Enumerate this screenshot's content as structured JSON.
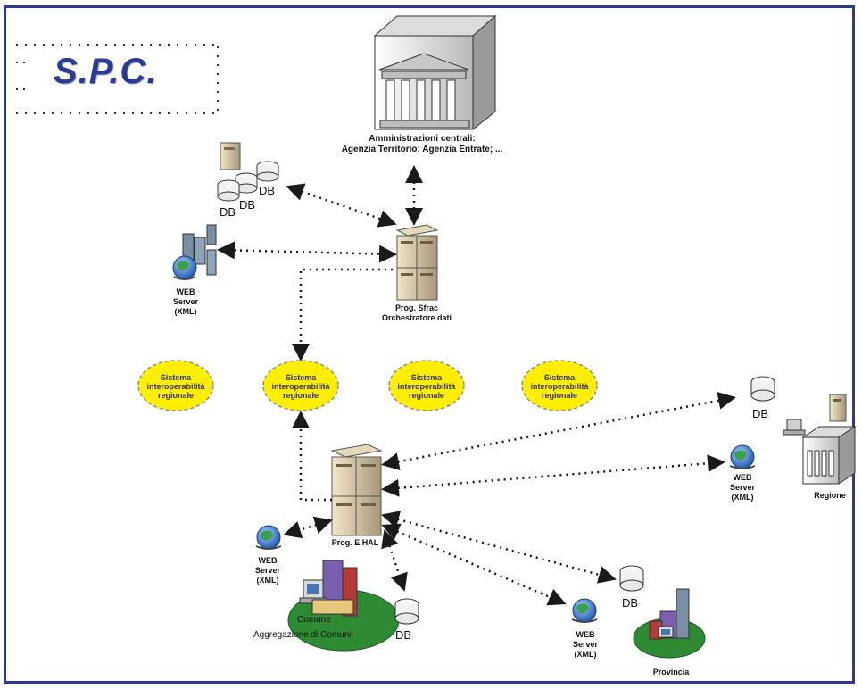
{
  "title": "S.P.C.",
  "central": {
    "line1": "Amministrazioni centrali:",
    "line2": "Agenzia Territorio; Agenzia Entrate; ..."
  },
  "top_db": {
    "db1": "DB",
    "db2": "DB",
    "db3": "DB"
  },
  "top_web": {
    "line1": "WEB",
    "line2": "Server",
    "line3": "(XML)"
  },
  "top_server": {
    "line1": "Prog. Sfrac",
    "line2": "Orchestratore dati"
  },
  "ellipses": [
    {
      "line1": "Sistema",
      "line2": "interoperabilità",
      "line3": "regionale"
    },
    {
      "line1": "Sistema",
      "line2": "interoperabilità",
      "line3": "regionale"
    },
    {
      "line1": "Sistema",
      "line2": "interoperabilità",
      "line3": "regionale"
    },
    {
      "line1": "Sistema",
      "line2": "interoperabilità",
      "line3": "regionale"
    }
  ],
  "hub": {
    "label": "Prog. E.HAL"
  },
  "regione": {
    "db": "DB",
    "web1": "WEB",
    "web2": "Server",
    "web3": "(XML)",
    "label": "Regione"
  },
  "comune": {
    "web1": "WEB",
    "web2": "Server",
    "web3": "(XML)",
    "label": "Comune",
    "label2": "Aggregazione di Comuni",
    "db": "DB"
  },
  "provincia": {
    "db": "DB",
    "web1": "WEB",
    "web2": "Server",
    "web3": "(XML)",
    "label": "Provincia"
  },
  "colors": {
    "frame": "#2b3a8c",
    "title": "#2c3a92",
    "ellipse": "#ffee00",
    "ellipse_border": "#8a8a8a",
    "arrow": "#1a1a1a",
    "green": "#2f8a34",
    "globe": "#2b5fb8"
  }
}
